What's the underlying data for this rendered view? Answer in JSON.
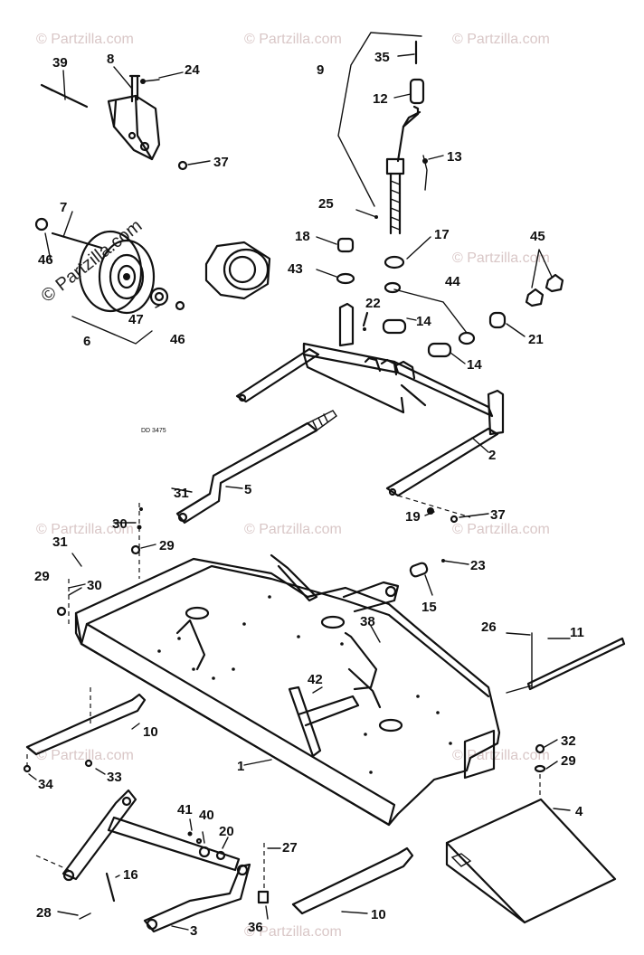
{
  "watermark": {
    "text": "© Partzilla.com",
    "featured_text": "© Partzilla.com"
  },
  "drawing_code": "DD 3475",
  "callouts": {
    "c39": "39",
    "c8": "8",
    "c24": "24",
    "c37a": "37",
    "c9": "9",
    "c35": "35",
    "c12": "12",
    "c13": "13",
    "c25": "25",
    "c7": "7",
    "c18": "18",
    "c17": "17",
    "c45": "45",
    "c46a": "46",
    "c43": "43",
    "c44": "44",
    "c22": "22",
    "c14a": "14",
    "c47": "47",
    "c46b": "46",
    "c6": "6",
    "c21": "21",
    "c14b": "14",
    "c2": "2",
    "c31a": "31",
    "c5": "5",
    "c19": "19",
    "c37b": "37",
    "c30a": "30",
    "c29a": "29",
    "c23": "23",
    "c31b": "31",
    "c30b": "30",
    "c29b": "29",
    "c15": "15",
    "c38": "38",
    "c26": "26",
    "c11": "11",
    "c42": "42",
    "c10a": "10",
    "c1": "1",
    "c33": "33",
    "c34": "34",
    "c32": "32",
    "c29c": "29",
    "c41": "41",
    "c40": "40",
    "c20": "20",
    "c27": "27",
    "c4": "4",
    "c16": "16",
    "c28": "28",
    "c3": "3",
    "c36": "36",
    "c10b": "10"
  }
}
